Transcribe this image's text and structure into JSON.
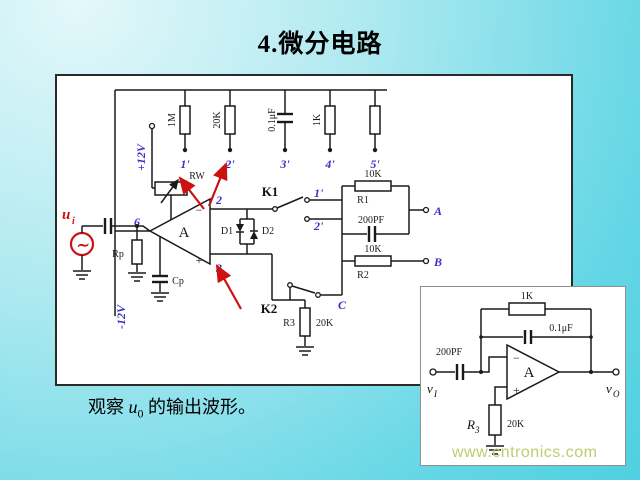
{
  "slide": {
    "title": "4.微分电路",
    "caption": {
      "prefix": "观察 ",
      "var": "u",
      "sub": "0",
      "suffix": " 的输出波形。"
    },
    "watermark": "www.cntronics.com",
    "colors": {
      "accent_red": "#cc1111",
      "label_blue": "#3b2fc9",
      "watermark_green": "#b9cf6f",
      "box_background": "#ffffff",
      "background_cyan": "#4fd0e0"
    }
  },
  "main_circuit": {
    "top_labels": [
      "1M",
      "20K",
      "0.1μF",
      "1K"
    ],
    "top_terminals": [
      "1'",
      "2'",
      "3'",
      "4'",
      "5'"
    ],
    "supply_pos": "+12V",
    "supply_neg": "-12V",
    "pot_label": "RW",
    "opamp_label": "A",
    "pin2": "2",
    "pin3": "3",
    "pin6": "6",
    "minus_sign": "−",
    "plus_sign": "+",
    "diode1": "D1",
    "diode2": "D2",
    "switch1": "K1",
    "switch2": "K2",
    "sw_term1": "1'",
    "sw_term2": "2'",
    "r1_value": "10K",
    "r1_label": "R1",
    "cap_value": "200PF",
    "r2_value": "10K",
    "r2_label": "R2",
    "r3_label": "R3",
    "r3_value": "20K",
    "node_a": "A",
    "node_b": "B",
    "node_c": "C",
    "rp_label": "Rp",
    "cp_label": "Cp",
    "source_label": "u",
    "source_sub": "i",
    "source_wave": "∼"
  },
  "inset_circuit": {
    "fb_resistor": "1K",
    "fb_cap": "0.1μF",
    "in_cap": "200PF",
    "opamp_label": "A",
    "minus_sign": "−",
    "plus_sign": "+",
    "vin": "v",
    "vin_sub": "I",
    "vout": "v",
    "vout_sub": "O",
    "r3_label": "R",
    "r3_sub": "3",
    "r3_value": "20K"
  }
}
